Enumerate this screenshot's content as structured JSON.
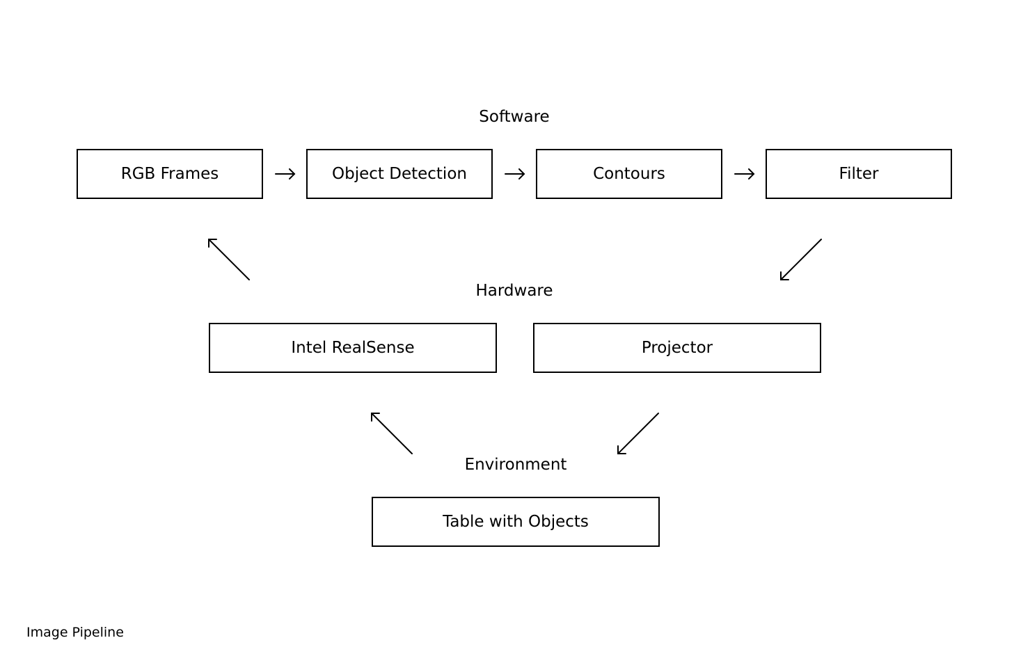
{
  "software": {
    "title": "Software",
    "steps": [
      {
        "label": "RGB Frames"
      },
      {
        "label": "Object Detection"
      },
      {
        "label": "Contours"
      },
      {
        "label": "Filter"
      }
    ]
  },
  "hardware": {
    "title": "Hardware",
    "devices": [
      {
        "label": "Intel RealSense"
      },
      {
        "label": "Projector"
      }
    ]
  },
  "environment": {
    "title": "Environment",
    "items": [
      {
        "label": "Table with Objects"
      }
    ]
  },
  "caption": "Image Pipeline"
}
